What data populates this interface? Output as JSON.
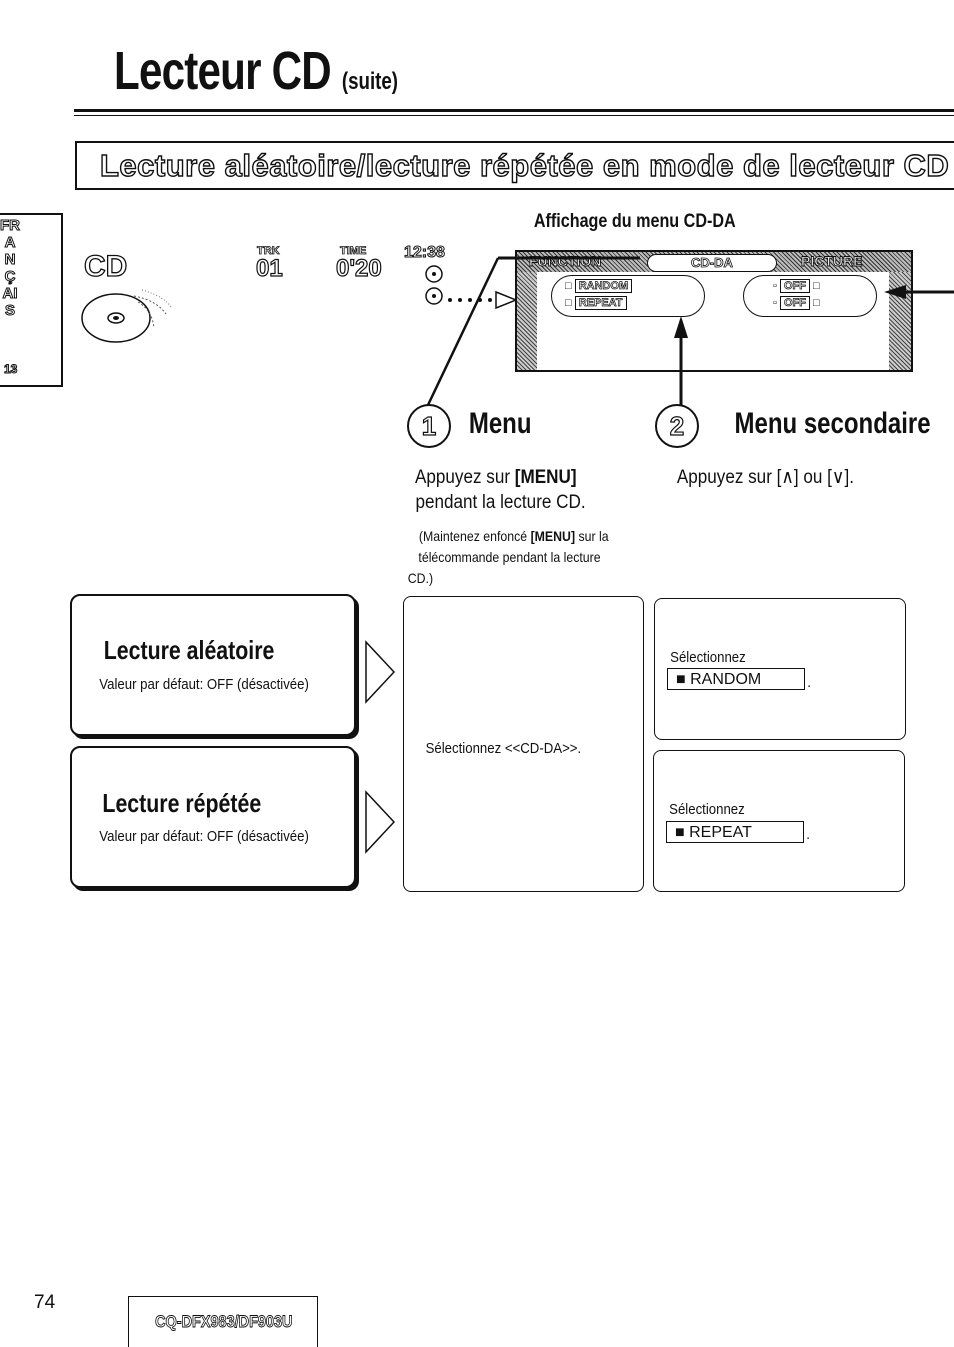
{
  "header": {
    "title": "Lecteur CD",
    "suite": "(suite)"
  },
  "section": {
    "title": "Lecture aléatoire/lecture répétée en mode de lecteur CD"
  },
  "side_tab": {
    "letters": "FRANÇAIS",
    "page": "13"
  },
  "display": {
    "caption": "Affichage du menu CD-DA",
    "cd_label": "CD",
    "trk_label": "TRK",
    "trk_value": "01",
    "time_label": "TIME",
    "time_value": "0'20",
    "clock": "12:38"
  },
  "menu_screen": {
    "tab_function": "FUNCTION",
    "tab_cdda": "CD-DA",
    "tab_picture": "PICTURE",
    "item_random": "RANDOM",
    "item_repeat": "REPEAT",
    "value_random": "OFF",
    "value_repeat": "OFF"
  },
  "steps": {
    "step1": {
      "number": "1",
      "title": "Menu",
      "instruction_a": "Appuyez sur ",
      "instruction_key": "[MENU]",
      "instruction_b": "pendant la lecture CD.",
      "note_a": "(Maintenez enfoncé ",
      "note_key": "[MENU]",
      "note_b": " sur la",
      "note_c": "télécommande pendant la lecture",
      "note_d": "CD.)"
    },
    "step2": {
      "number": "2",
      "title": "Menu secondaire",
      "instruction": "Appuyez sur [∧] ou [∨]."
    }
  },
  "functions": [
    {
      "title": "Lecture aléatoire",
      "default": "Valeur par défaut: OFF (désactivée)"
    },
    {
      "title": "Lecture répétée",
      "default": "Valeur par défaut: OFF (désactivée)"
    }
  ],
  "boxes": {
    "select_cdda": "Sélectionnez <<CD-DA>>.",
    "select_label": "Sélectionnez",
    "random_option": "■ RANDOM",
    "repeat_option": "■ REPEAT",
    "period": "."
  },
  "footer": {
    "page": "74",
    "model": "CQ-DFX983/DF903U"
  }
}
